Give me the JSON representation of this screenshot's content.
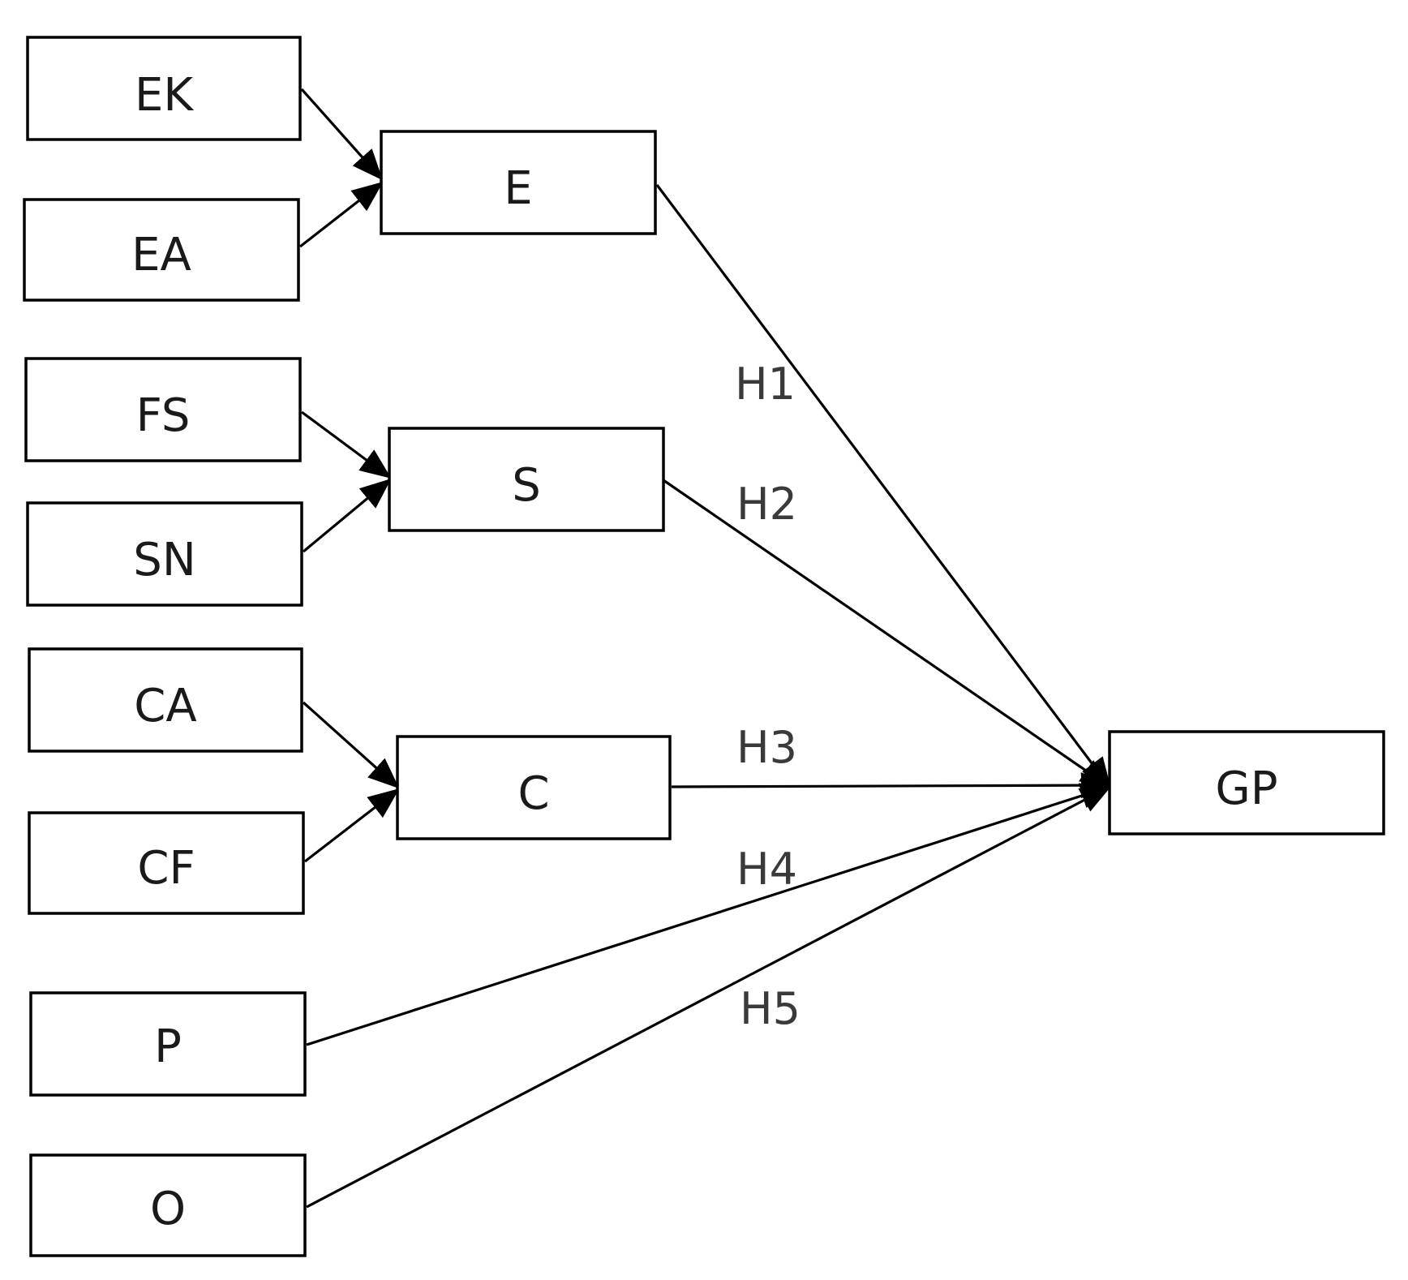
{
  "nodes": [
    {
      "id": "EK",
      "label": "EK"
    },
    {
      "id": "EA",
      "label": "EA"
    },
    {
      "id": "FS",
      "label": "FS"
    },
    {
      "id": "SN",
      "label": "SN"
    },
    {
      "id": "CA",
      "label": "CA"
    },
    {
      "id": "CF",
      "label": "CF"
    },
    {
      "id": "P",
      "label": "P"
    },
    {
      "id": "O",
      "label": "O"
    },
    {
      "id": "E",
      "label": "E"
    },
    {
      "id": "S",
      "label": "S"
    },
    {
      "id": "C",
      "label": "C"
    },
    {
      "id": "GP",
      "label": "GP"
    }
  ],
  "edges": [
    {
      "from": "EK",
      "to": "E",
      "label": ""
    },
    {
      "from": "EA",
      "to": "E",
      "label": ""
    },
    {
      "from": "FS",
      "to": "S",
      "label": ""
    },
    {
      "from": "SN",
      "to": "S",
      "label": ""
    },
    {
      "from": "CA",
      "to": "C",
      "label": ""
    },
    {
      "from": "CF",
      "to": "C",
      "label": ""
    },
    {
      "from": "E",
      "to": "GP",
      "label": "H1"
    },
    {
      "from": "S",
      "to": "GP",
      "label": "H2"
    },
    {
      "from": "C",
      "to": "GP",
      "label": "H3"
    },
    {
      "from": "P",
      "to": "GP",
      "label": "H4"
    },
    {
      "from": "O",
      "to": "GP",
      "label": "H5"
    }
  ],
  "colors": {
    "stroke": "#000000",
    "text": "#1a1a1a",
    "hypothesis_text": "#3a3a3a",
    "background": "#ffffff"
  }
}
